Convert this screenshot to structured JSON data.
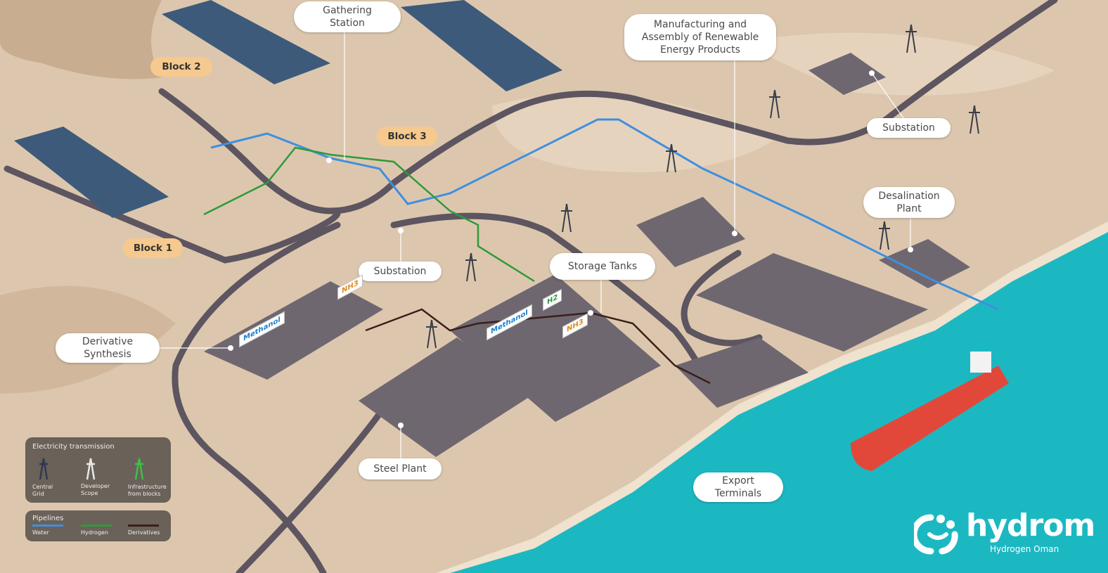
{
  "labels": {
    "gathering_station": "Gathering\nStation",
    "manufacturing": "Manufacturing and\nAssembly of Renewable\nEnergy Products",
    "substation_east": "Substation",
    "desalination": "Desalination\nPlant",
    "storage_tanks": "Storage Tanks",
    "substation_central": "Substation",
    "derivative_synthesis": "Derivative\nSynthesis",
    "steel_plant": "Steel Plant",
    "export_terminals": "Export\nTerminals"
  },
  "blocks": {
    "block1": "Block 1",
    "block2": "Block 2",
    "block3": "Block 3"
  },
  "signs": {
    "methanol_a": "Methanol",
    "nh3_a": "NH3",
    "methanol_b": "Methanol",
    "h2": "H2",
    "nh3_b": "NH3"
  },
  "legend": {
    "electricity": {
      "title": "Electricity transmission",
      "items": [
        "Central\nGrid",
        "Developer\nScope",
        "Infrastructure\nfrom blocks"
      ]
    },
    "pipelines": {
      "title": "Pipelines",
      "items": [
        {
          "label": "Water",
          "color": "#3f8fe0"
        },
        {
          "label": "Hydrogen",
          "color": "#2e9a3a"
        },
        {
          "label": "Derivatives",
          "color": "#3a1f1a"
        }
      ]
    }
  },
  "logo": {
    "name": "hydrom",
    "tagline": "Hydrogen Oman"
  },
  "colors": {
    "sand": "#dcc7ae",
    "sea": "#1cb8c2",
    "road": "#5d5560",
    "water_pipe": "#3f8fe0",
    "hydrogen_pipe": "#2e9a3a",
    "derivative_pipe": "#3a1f1a",
    "block_tag": "#f6c98e"
  }
}
